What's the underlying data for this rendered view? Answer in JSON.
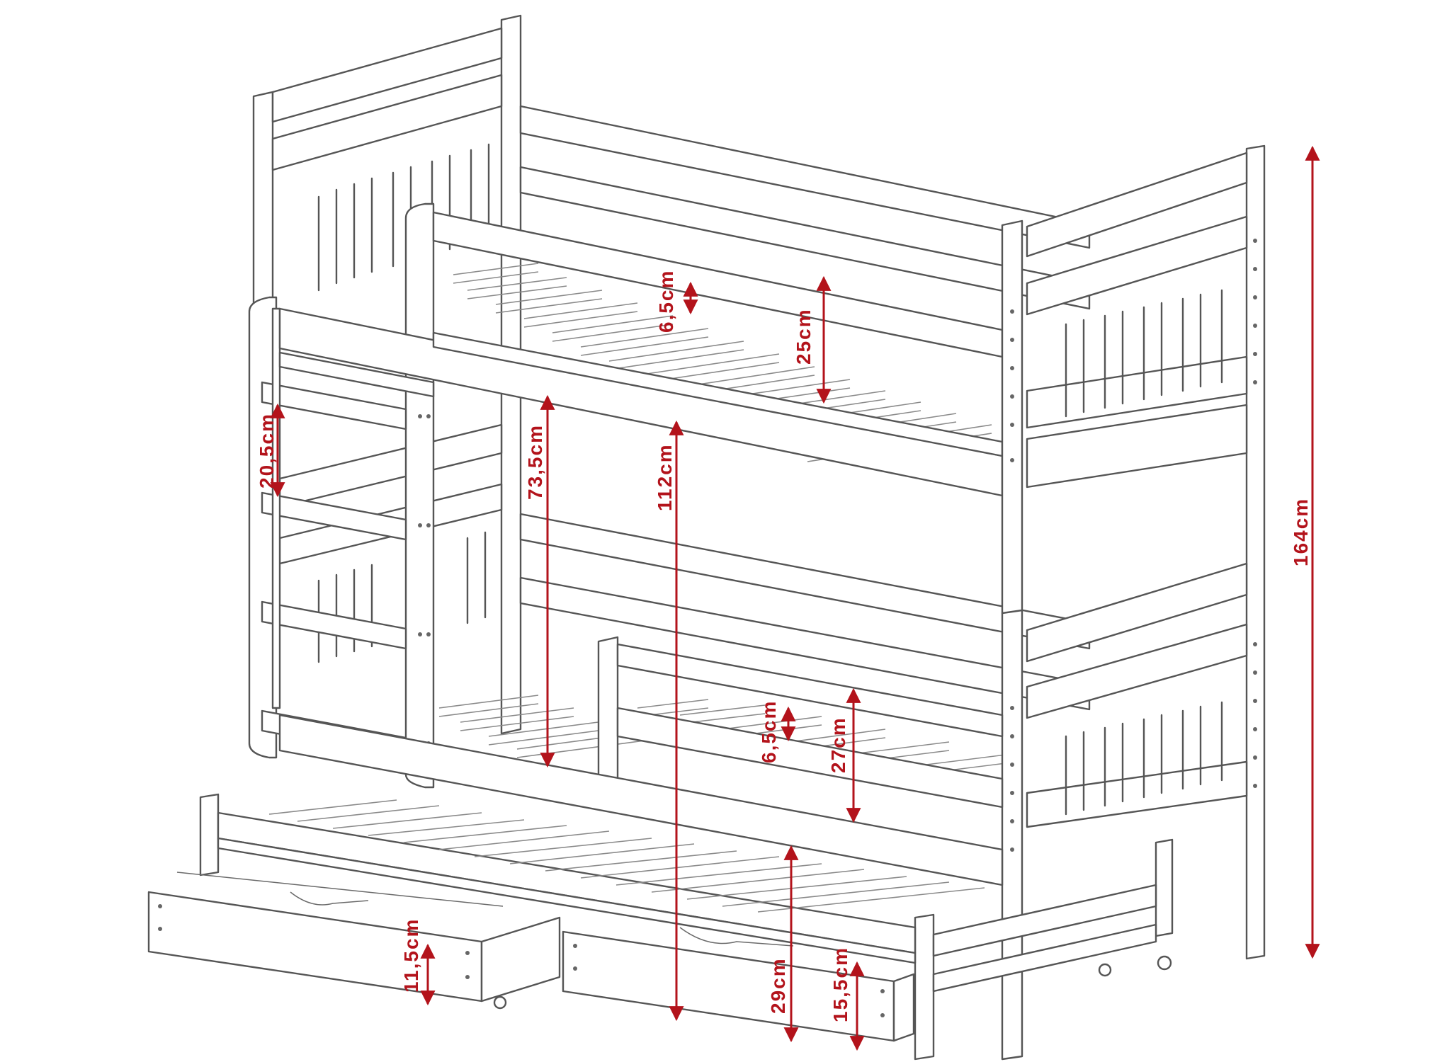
{
  "colors": {
    "line": "#555555",
    "dimension": "#b3131b",
    "background": "#ffffff"
  },
  "dimensions": {
    "top_slat_gap": "6,5cm",
    "top_guard_height": "25cm",
    "ladder_rung_spacing": "20,5cm",
    "bunk_clearance": "73,5cm",
    "top_bunk_height": "112cm",
    "total_height": "164cm",
    "bottom_slat_gap": "6,5cm",
    "bottom_guard_height": "27cm",
    "drawer_height": "11,5cm",
    "trundle_height": "29cm",
    "trundle_clearance": "15,5cm"
  }
}
